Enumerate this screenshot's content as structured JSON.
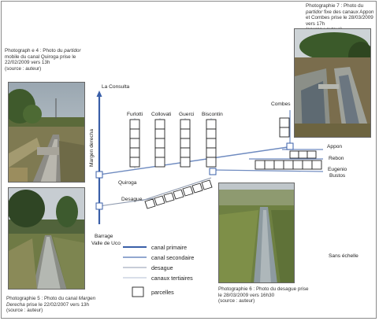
{
  "photos": {
    "p4": {
      "prefix": "Photograph e 4 : Photo du ",
      "italic": "partidor",
      "rest": " mobile du canal Quiroga prise le 22/02/2009 vers 13h",
      "source": "(source : auteur)"
    },
    "p5": {
      "prefix": "Photographie 5 : Photo du canal ",
      "italic": "Margen Derecha",
      "rest": " prise le 22/02/2007 vers 13h (source : auteur)"
    },
    "p6": {
      "prefix": "Photographie 6 : Photo du desague prise le 28/03/2009 vers 16h30",
      "source": "(source : auteur)"
    },
    "p7": {
      "prefix": "Photographie 7 : Photo du ",
      "italic": "partidor",
      "rest": " fixe des canaux Appon et Combes prise le 28/03/2009 vers 17h",
      "source": "(source : auteur)"
    }
  },
  "map": {
    "labels": {
      "la_consulta": "La Consulta",
      "margen_derecha": "Margen derecha",
      "barrage": "Barrage",
      "valle_de_uco": "Valle de Uco",
      "quiroga": "Quiroga",
      "desague": "Desague",
      "furlotti": "Furlotti",
      "collovati": "Collovati",
      "guerci": "Guerci",
      "biscontin": "Biscontin",
      "combes": "Combes",
      "appon": "Appon",
      "rebon": "Rebon",
      "eugenio": "Eugenio",
      "bustos": "Bustos"
    }
  },
  "legend": {
    "primary": "canal primaire",
    "secondary": "canal secondaire",
    "desague": "desague",
    "tertiary": "canaux tertiaires",
    "parcels": "parcelles"
  },
  "scale_note": "Sans échelle",
  "colors": {
    "primary": "#3a5fa8",
    "secondary": "#6f8bc0",
    "desague": "#8f9bb0",
    "tertiary": "#b3bfd3"
  }
}
